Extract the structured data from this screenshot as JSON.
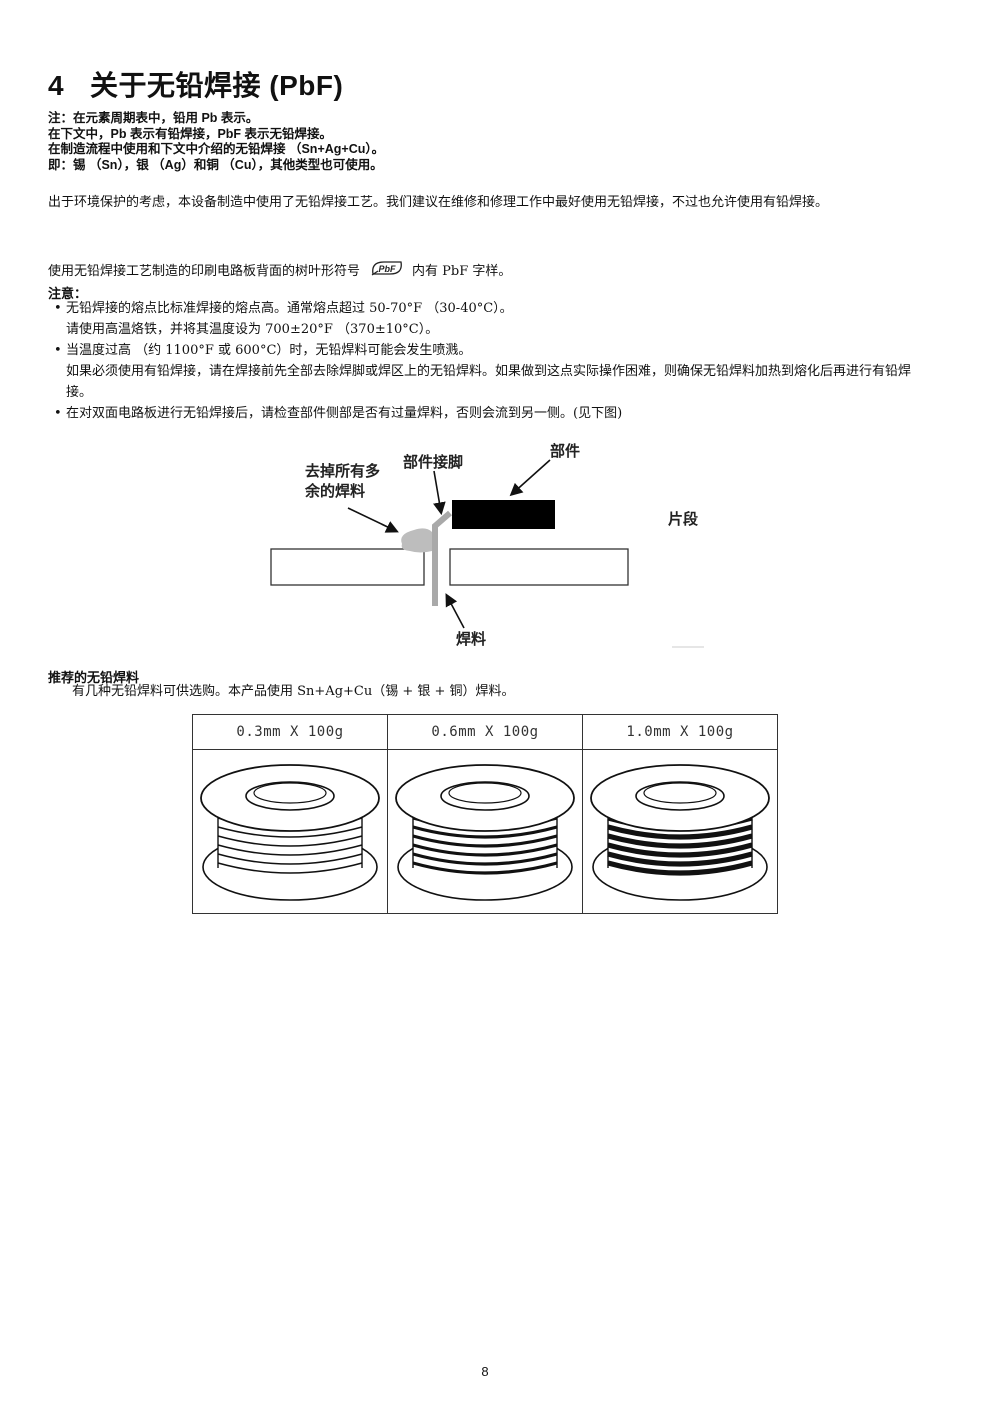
{
  "section": {
    "number": "4",
    "title": "关于无铅焊接 (PbF)"
  },
  "notes": [
    "注：在元素周期表中，铅用 Pb 表示。",
    "在下文中，Pb 表示有铅焊接，PbF 表示无铅焊接。",
    "在制造流程中使用和下文中介绍的无铅焊接 （Sn+Ag+Cu）。",
    "即：锡 （Sn），银 （Ag）和铜 （Cu），其他类型也可使用。"
  ],
  "intro": "出于环境保护的考虑，本设备制造中使用了无铅焊接工艺。我们建议在维修和修理工作中最好使用无铅焊接，不过也允许使用有铅焊接。",
  "pbf_line": {
    "before": "使用无铅焊接工艺制造的印刷电路板背面的树叶形符号",
    "icon_text": "PbF",
    "after": "内有 PbF 字样。"
  },
  "caution": {
    "heading": "注意：",
    "items": [
      {
        "main": "无铅焊接的熔点比标准焊接的熔点高。通常熔点超过 50-70°F （30-40°C）。",
        "sub": "请使用高温烙铁，并将其温度设为 700±20°F （370±10°C）。"
      },
      {
        "main": "当温度过高 （约 1100°F 或 600°C）时，无铅焊料可能会发生喷溅。",
        "sub": "如果必须使用有铅焊接，请在焊接前先全部去除焊脚或焊区上的无铅焊料。如果做到这点实际操作困难，则确保无铅焊料加热到熔化后再进行有铅焊接。"
      },
      {
        "main": "在对双面电路板进行无铅焊接后，请检查部件侧部是否有过量焊料，否则会流到另一侧。(见下图)",
        "sub": ""
      }
    ]
  },
  "diagram": {
    "remove_excess_line1": "去掉所有多",
    "remove_excess_line2": "余的焊料",
    "component_lead": "部件接脚",
    "component": "部件",
    "chip": "片段",
    "solder": "焊料"
  },
  "recommended": {
    "heading": "推荐的无铅焊料",
    "text": "有几种无铅焊料可供选购。本产品使用 Sn+Ag+Cu（锡 + 银 + 铜）焊料。"
  },
  "solder_spools": [
    {
      "label": "0.3mm X 100g",
      "thickness": "thin"
    },
    {
      "label": "0.6mm X 100g",
      "thickness": "medium"
    },
    {
      "label": "1.0mm X 100g",
      "thickness": "thick"
    }
  ],
  "page_number": "8"
}
